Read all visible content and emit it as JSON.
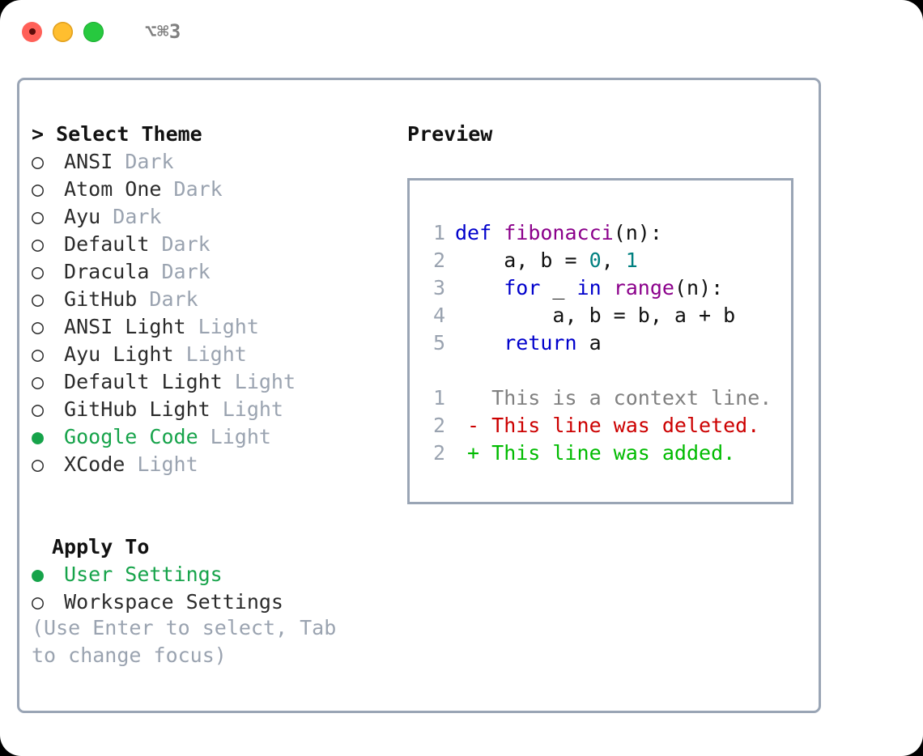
{
  "titlebar": {
    "shortcut": "⌥⌘3",
    "lights": [
      {
        "name": "close",
        "color": "#ff6058"
      },
      {
        "name": "minimize",
        "color": "#ffbe2f"
      },
      {
        "name": "maximize",
        "color": "#27c93f"
      }
    ]
  },
  "theme_picker": {
    "heading": "> Select Theme",
    "radio_off": "○",
    "radio_on": "●",
    "items": [
      {
        "name": "ANSI",
        "variant": "Dark",
        "selected": false
      },
      {
        "name": "Atom One",
        "variant": "Dark",
        "selected": false
      },
      {
        "name": "Ayu",
        "variant": "Dark",
        "selected": false
      },
      {
        "name": "Default",
        "variant": "Dark",
        "selected": false
      },
      {
        "name": "Dracula",
        "variant": "Dark",
        "selected": false
      },
      {
        "name": "GitHub",
        "variant": "Dark",
        "selected": false
      },
      {
        "name": "ANSI Light",
        "variant": "Light",
        "selected": false
      },
      {
        "name": "Ayu Light",
        "variant": "Light",
        "selected": false
      },
      {
        "name": "Default Light",
        "variant": "Light",
        "selected": false
      },
      {
        "name": "GitHub Light",
        "variant": "Light",
        "selected": false
      },
      {
        "name": "Google Code",
        "variant": "Light",
        "selected": true
      },
      {
        "name": "XCode",
        "variant": "Light",
        "selected": false
      }
    ]
  },
  "apply_to": {
    "heading": "Apply To",
    "items": [
      {
        "name": "User Settings",
        "selected": true
      },
      {
        "name": "Workspace Settings",
        "selected": false
      }
    ]
  },
  "hint": "(Use Enter to select, Tab to change focus)",
  "preview": {
    "title": "Preview",
    "code_lines": [
      {
        "number": "1",
        "tokens": [
          {
            "t": "def",
            "c": "kw"
          },
          {
            "t": " ",
            "c": "pl"
          },
          {
            "t": "fibonacci",
            "c": "fn"
          },
          {
            "t": "(n):",
            "c": "pl"
          }
        ]
      },
      {
        "number": "2",
        "tokens": [
          {
            "t": "    a, b = ",
            "c": "pl"
          },
          {
            "t": "0",
            "c": "num"
          },
          {
            "t": ", ",
            "c": "pl"
          },
          {
            "t": "1",
            "c": "num"
          }
        ]
      },
      {
        "number": "3",
        "tokens": [
          {
            "t": "    ",
            "c": "pl"
          },
          {
            "t": "for",
            "c": "kw"
          },
          {
            "t": " _ ",
            "c": "pl"
          },
          {
            "t": "in",
            "c": "kw"
          },
          {
            "t": " ",
            "c": "pl"
          },
          {
            "t": "range",
            "c": "fn"
          },
          {
            "t": "(n):",
            "c": "pl"
          }
        ]
      },
      {
        "number": "4",
        "tokens": [
          {
            "t": "        a, b = b, a + b",
            "c": "pl"
          }
        ]
      },
      {
        "number": "5",
        "tokens": [
          {
            "t": "    ",
            "c": "pl"
          },
          {
            "t": "return",
            "c": "kw"
          },
          {
            "t": " a",
            "c": "pl"
          }
        ]
      }
    ],
    "diff_lines": [
      {
        "number": "1",
        "marker": " ",
        "text": "This is a context line.",
        "kind": "d-ctx"
      },
      {
        "number": "2",
        "marker": "-",
        "text": "This line was deleted.",
        "kind": "d-del"
      },
      {
        "number": "2",
        "marker": "+",
        "text": "This line was added.",
        "kind": "d-add"
      }
    ]
  },
  "colors": {
    "border": "#9aa5b5",
    "muted": "#9aa3b0",
    "selected_green": "#16a34a",
    "keyword_blue": "#0000cc",
    "function_purple": "#8b008b",
    "number_teal": "#008080",
    "diff_delete_red": "#cc0000",
    "diff_add_green": "#00bb00",
    "context_gray": "#808080"
  }
}
